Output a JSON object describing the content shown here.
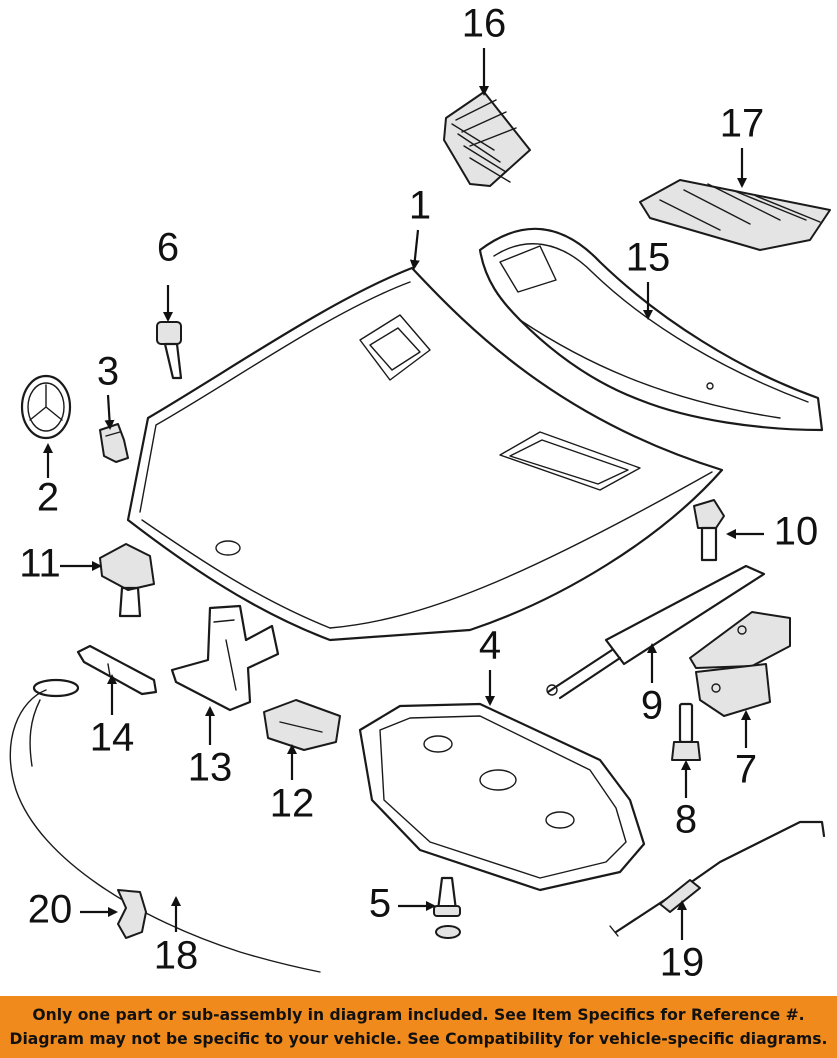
{
  "callouts": [
    {
      "id": "1",
      "label": "1"
    },
    {
      "id": "2",
      "label": "2"
    },
    {
      "id": "3",
      "label": "3"
    },
    {
      "id": "4",
      "label": "4"
    },
    {
      "id": "5",
      "label": "5"
    },
    {
      "id": "6",
      "label": "6"
    },
    {
      "id": "7",
      "label": "7"
    },
    {
      "id": "8",
      "label": "8"
    },
    {
      "id": "9",
      "label": "9"
    },
    {
      "id": "10",
      "label": "10"
    },
    {
      "id": "11",
      "label": "11"
    },
    {
      "id": "12",
      "label": "12"
    },
    {
      "id": "13",
      "label": "13"
    },
    {
      "id": "14",
      "label": "14"
    },
    {
      "id": "15",
      "label": "15"
    },
    {
      "id": "16",
      "label": "16"
    },
    {
      "id": "17",
      "label": "17"
    },
    {
      "id": "18",
      "label": "18"
    },
    {
      "id": "19",
      "label": "19"
    },
    {
      "id": "20",
      "label": "20"
    }
  ],
  "disclaimer": {
    "line1": "Only one part or sub-assembly in diagram included. See Item Specifics for Reference #.",
    "line2": "Diagram may not be specific to your vehicle. See Compatibility for vehicle-specific diagrams."
  },
  "colors": {
    "banner": "#f08a1c",
    "line_art": "#1a1a1a"
  }
}
